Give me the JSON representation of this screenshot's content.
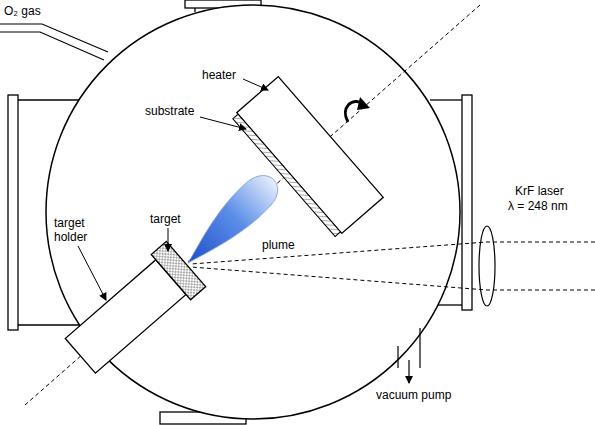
{
  "diagram": {
    "labels": [
      "O₂ gas",
      "heater",
      "substrate",
      "target",
      "target holder",
      "plume",
      "KrF laser",
      "λ = 248 nm",
      "vacuum pump"
    ]
  }
}
